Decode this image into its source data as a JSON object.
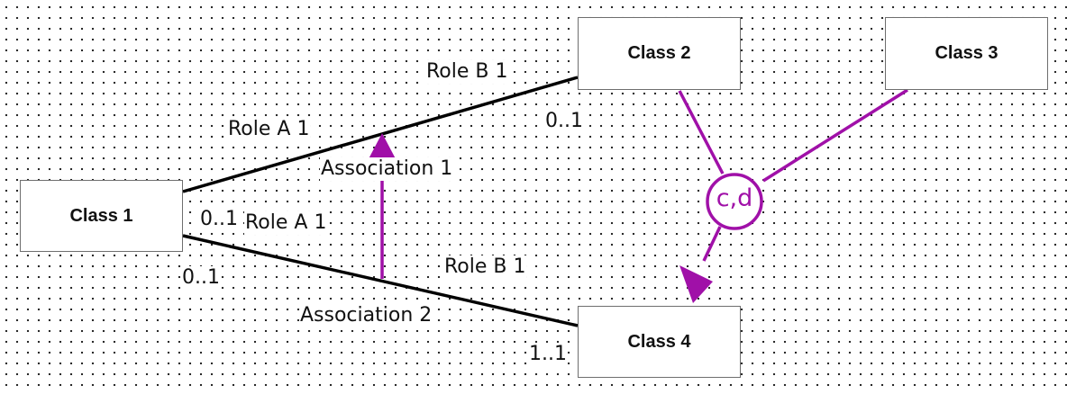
{
  "classes": {
    "class1": "Class 1",
    "class2": "Class 2",
    "class3": "Class 3",
    "class4": "Class 4"
  },
  "associations": {
    "assoc1": {
      "name": "Association 1",
      "role_a": "Role A 1",
      "role_b": "Role B 1",
      "mult_a": "0..1",
      "mult_b": "0..1"
    },
    "assoc2": {
      "name": "Association 2",
      "role_a": "Role A 1",
      "role_b": "Role B 1",
      "mult_a": "0..1",
      "mult_b": "1..1"
    }
  },
  "constraint": {
    "label": "c,d"
  },
  "colors": {
    "association_line": "#000000",
    "constraint": "#a010a8",
    "box_border": "#6e6e6e"
  }
}
